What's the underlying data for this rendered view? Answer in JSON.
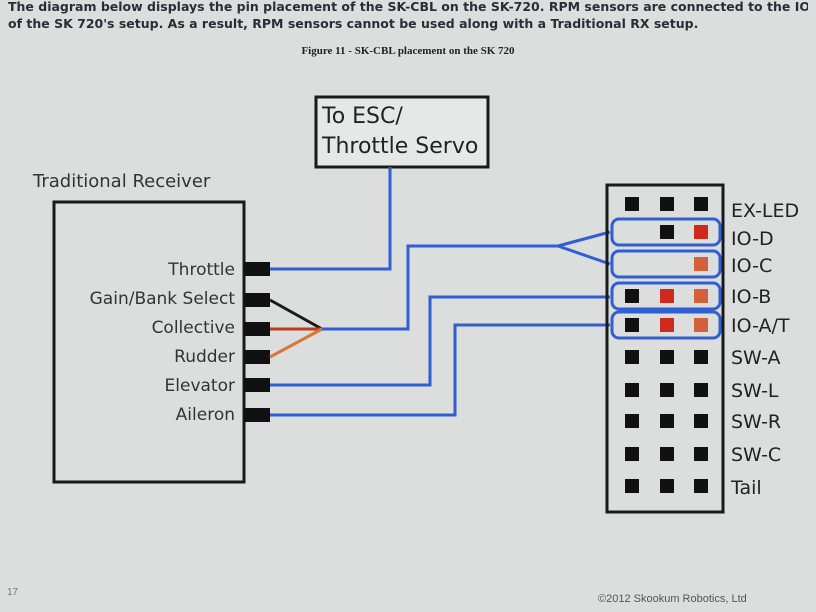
{
  "intro": {
    "line1": "The diagram below displays the pin placement of the SK-CBL on the SK-720.  RPM sensors are connected to the IO-C port regardless",
    "line2": "of the SK 720's setup.  As a result, RPM sensors cannot be used along with a Traditional RX setup."
  },
  "caption": "Figure 11 - SK-CBL placement on the SK 720",
  "esc_box": {
    "line1": "To ESC/",
    "line2": "Throttle Servo"
  },
  "receiver": {
    "title": "Traditional Receiver",
    "channels": [
      "Throttle",
      "Gain/Bank Select",
      "Collective",
      "Rudder",
      "Elevator",
      "Aileron"
    ]
  },
  "sk720": {
    "ports": [
      "EX-LED",
      "IO-D",
      "IO-C",
      "IO-B",
      "IO-A/T",
      "SW-A",
      "SW-L",
      "SW-R",
      "SW-C",
      "Tail"
    ]
  },
  "colors": {
    "wire_blue": "#2f5fd0",
    "wire_red": "#c03a1e",
    "wire_orange": "#d9763a",
    "pin_red": "#d02a1e",
    "pin_orange": "#d2603a",
    "outline": "#1a1a1a"
  },
  "footer": {
    "page": "17",
    "copyright": "©2012 Skookum Robotics, Ltd"
  }
}
